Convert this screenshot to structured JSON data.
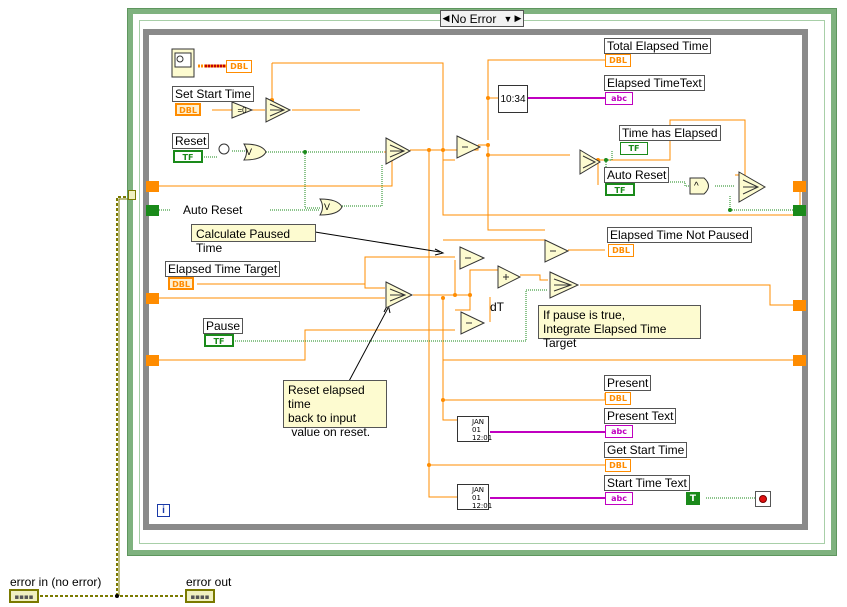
{
  "case_structure": {
    "selector_value": "No Error"
  },
  "controls": {
    "set_start_time": "Set Start Time",
    "reset": "Reset",
    "elapsed_time_target": "Elapsed Time Target",
    "pause": "Pause",
    "error_in": "error in (no error)"
  },
  "indicators": {
    "total_elapsed_time": "Total Elapsed Time",
    "elapsed_time_text": "Elapsed TimeText",
    "time_has_elapsed": "Time has Elapsed",
    "auto_reset": "Auto Reset",
    "elapsed_time_not_paused": "Elapsed Time Not Paused",
    "present": "Present",
    "present_text": "Present Text",
    "get_start_time": "Get Start Time",
    "start_time_text": "Start Time Text",
    "error_out": "error out"
  },
  "labels": {
    "auto_reset_shift": "Auto Reset",
    "dT": "dT",
    "format_value": "10:34",
    "tf_short": "TF",
    "dbl_short": "DBL",
    "abc_short": "abc",
    "true_const": "T",
    "iteration": "i",
    "eq_zero": "=0",
    "or_label": "V",
    "and_label": "^",
    "clock_month": "JAN",
    "clock_day": "01",
    "clock_time": "12:01"
  },
  "notes": {
    "calculate_paused": "Calculate Paused Time",
    "pause_integrate": [
      "If pause is true,",
      "Integrate Elapsed Time Target"
    ],
    "reset_elapsed": [
      "Reset elapsed time",
      "back to input",
      " value on reset."
    ]
  },
  "colors": {
    "dbl_wire": "#ff8c00",
    "bool_wire": "#1a8a1a",
    "string_wire": "#c000c0",
    "error_wire": "#7a7a00",
    "case_border": "#7fb27f",
    "loop_border": "#8a8a8a"
  }
}
